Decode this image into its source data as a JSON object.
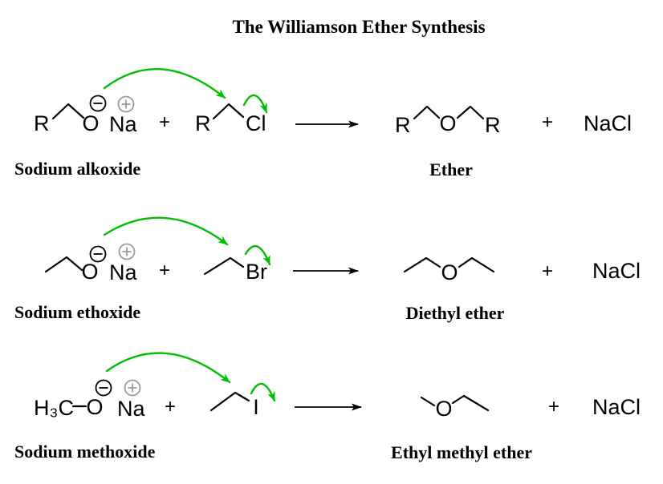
{
  "title": "The Williamson Ether Synthesis",
  "colors": {
    "bond": "#000000",
    "oxygen": "#0000ff",
    "halogen": "#ff0000",
    "sodium": "#9b9b9b",
    "green": "#00bd00"
  },
  "reactions": [
    {
      "reactants": {
        "r1": "R",
        "o": "O",
        "na": "Na",
        "plus": "+",
        "r2": "R",
        "halide": "Cl"
      },
      "products": {
        "r1": "R",
        "o": "O",
        "r2": "R",
        "plus": "+",
        "salt": "NaCl"
      },
      "reactant_caption": "Sodium alkoxide",
      "product_caption": "Ether"
    },
    {
      "reactants": {
        "o": "O",
        "na": "Na",
        "plus": "+",
        "halide": "Br"
      },
      "products": {
        "o": "O",
        "plus": "+",
        "salt": "NaCl"
      },
      "reactant_caption": "Sodium ethoxide",
      "product_caption": "Diethyl ether"
    },
    {
      "reactants": {
        "methyl": "H₃C",
        "o": "O",
        "na": "Na",
        "plus": "+",
        "halide": "I"
      },
      "products": {
        "o": "O",
        "plus": "+",
        "salt": "NaCl"
      },
      "reactant_caption": "Sodium methoxide",
      "product_caption": "Ethyl methyl ether"
    }
  ]
}
